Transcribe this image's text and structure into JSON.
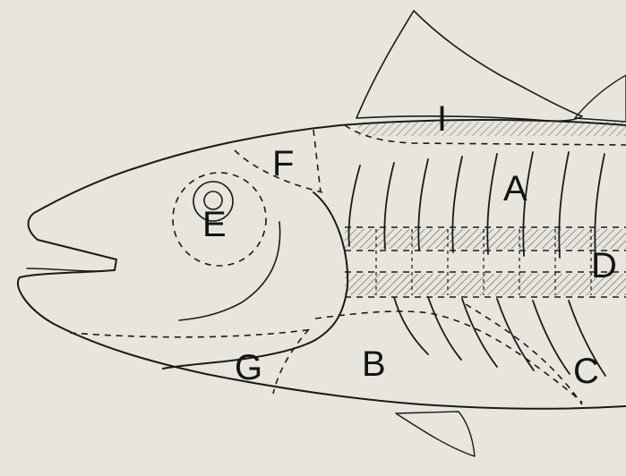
{
  "diagram": {
    "labels": {
      "I": "I",
      "F": "F",
      "A": "A",
      "E": "E",
      "D": "D",
      "G": "G",
      "B": "B",
      "C": "C"
    }
  }
}
